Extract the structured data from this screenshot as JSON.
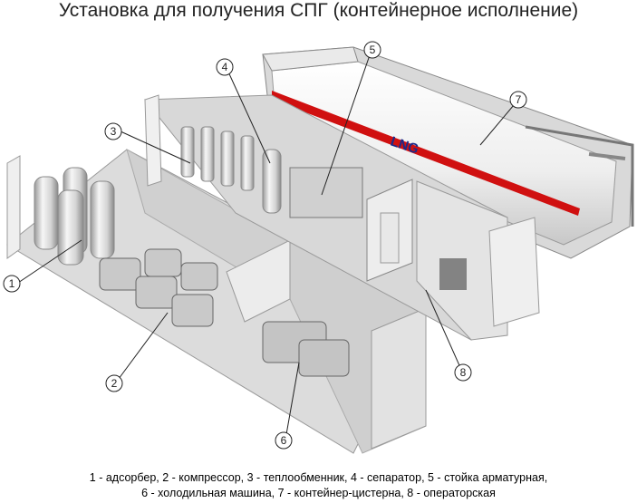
{
  "title": "Установка для получения СПГ (контейнерное исполнение)",
  "tank_label": "LNG",
  "callouts": [
    "1",
    "2",
    "3",
    "4",
    "5",
    "6",
    "7",
    "8"
  ],
  "legend": {
    "line1": "1 - адсорбер, 2 - компрессор, 3 - теплообменник, 4 - сепаратор, 5 - стойка арматурная,",
    "line2": "6 - холодильная машина, 7 - контейнер-цистерна, 8 - операторская"
  },
  "colors": {
    "stripe": "#d01010",
    "metal": "#e6e6e6",
    "shadow": "#b8b8b8",
    "text": "#1a2a8a"
  }
}
